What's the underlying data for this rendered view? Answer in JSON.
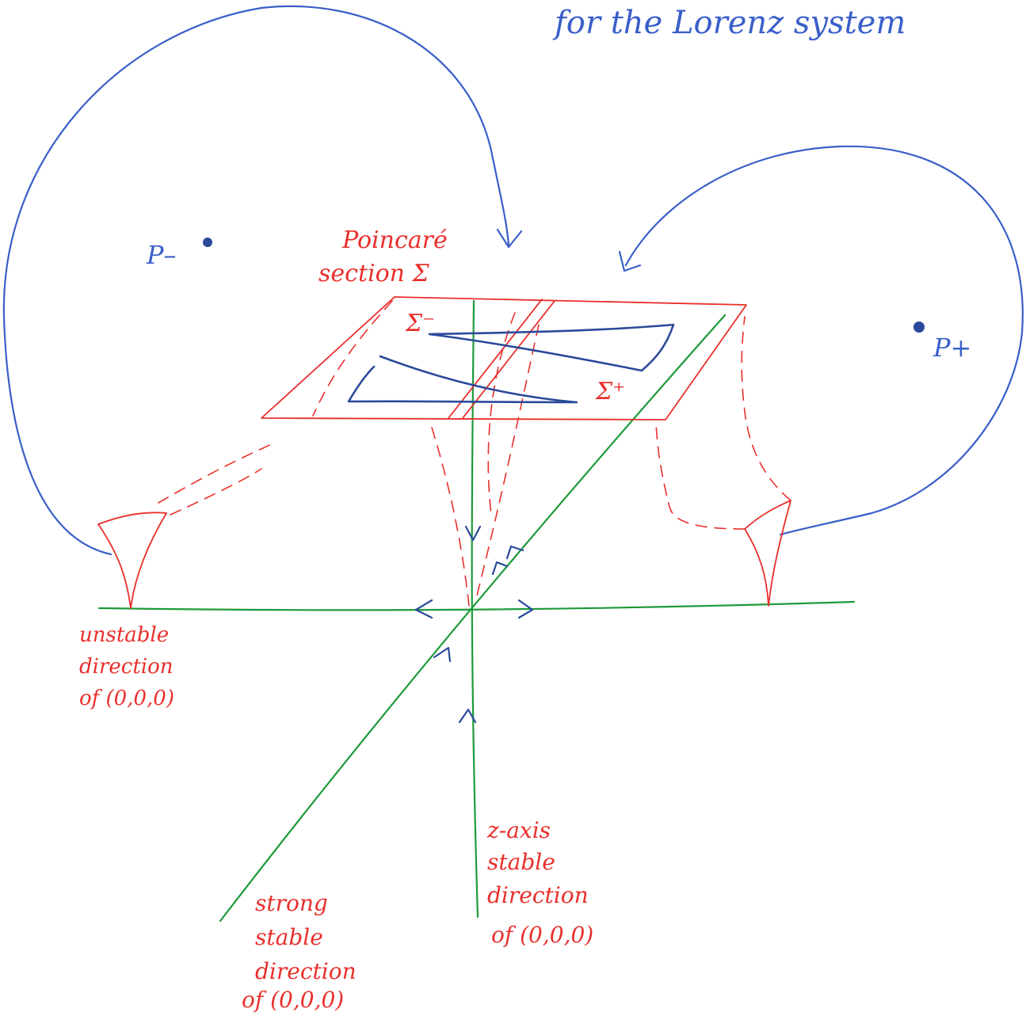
{
  "title": {
    "line1": "for the Lorenz system"
  },
  "points": {
    "p_minus": "P–",
    "p_plus": "P+"
  },
  "section": {
    "label_line1": "Poincaré",
    "label_line2": "section Σ",
    "sigma_minus": "Σ⁻",
    "sigma_plus": "Σ⁺"
  },
  "labels": {
    "unstable": [
      "unstable",
      "direction",
      "of (0,0,0)"
    ],
    "strong_stable": [
      "strong",
      "stable",
      "direction",
      "of (0,0,0)"
    ],
    "z_axis": [
      "z-axis",
      "stable",
      "direction",
      "of (0,0,0)"
    ]
  },
  "colors": {
    "blue": "#3a5fc9",
    "navy": "#2a4a9a",
    "red": "#e8302c",
    "green": "#1f9a3a"
  }
}
